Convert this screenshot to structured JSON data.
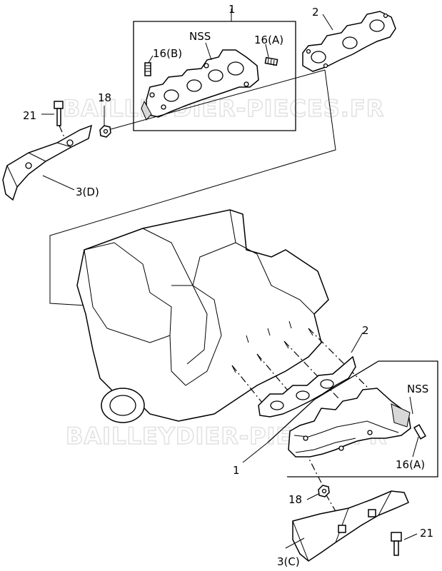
{
  "watermarks": {
    "top": "BAILLEYDIER-PIECES.FR",
    "bottom": "BAILLEYDIER-PIECES.FR"
  },
  "callouts": {
    "top": {
      "assembly": "1",
      "gasket": "2",
      "nss": "NSS",
      "stud_a": "16(A)",
      "stud_b": "16(B)",
      "nut": "18",
      "bolt": "21",
      "heat_shield": "3(D)"
    },
    "bottom": {
      "gasket": "2",
      "nss": "NSS",
      "stud_a": "16(A)",
      "assembly": "1",
      "nut": "18",
      "bolt": "21",
      "heat_shield": "3(C)"
    }
  }
}
